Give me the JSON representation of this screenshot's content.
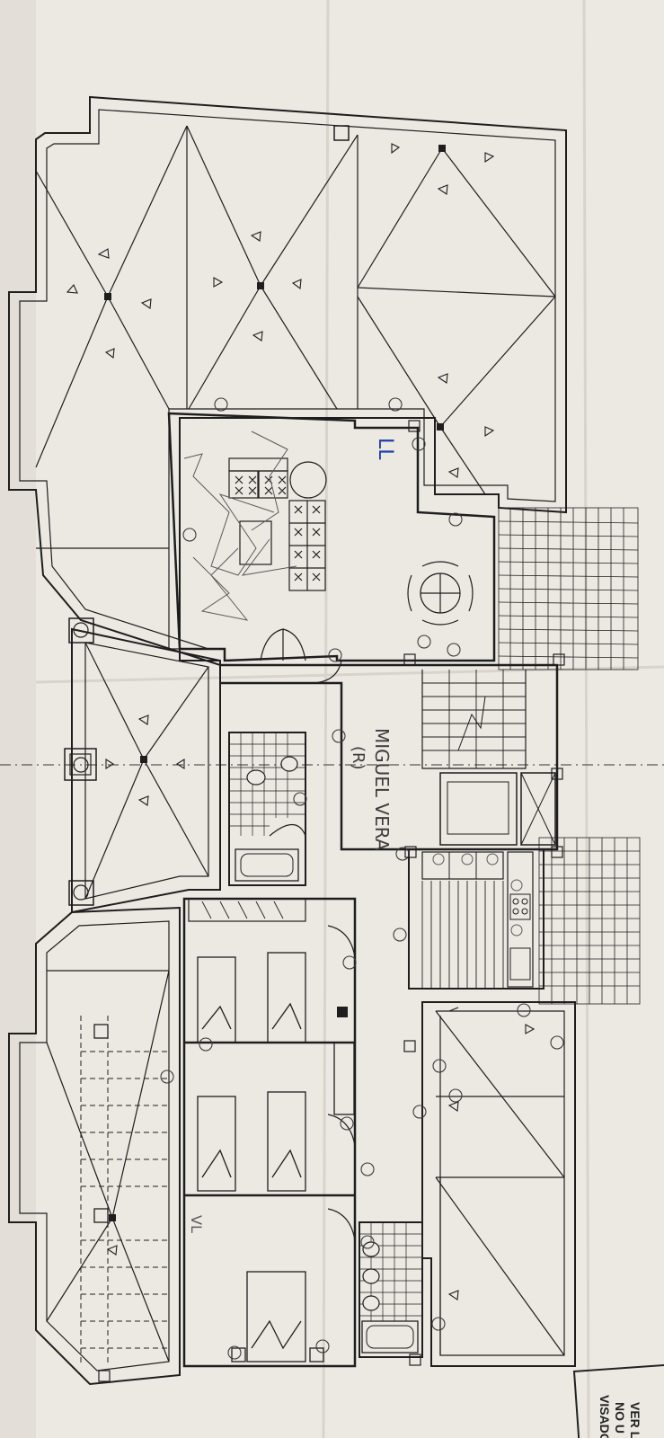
{
  "annotations": {
    "owner_name": "MIGUEL VERA",
    "owner_mark": "(R)",
    "blue_mark": "LL",
    "room_mark": "VL"
  },
  "stamp": {
    "line1": "VISADO",
    "line2": "NO U",
    "line3": "VER L"
  },
  "colors": {
    "paper": "#ece9e3",
    "ink": "#1e1e1e",
    "pencil": "#5a5a5a",
    "blue_pen": "#1f3fa8"
  }
}
